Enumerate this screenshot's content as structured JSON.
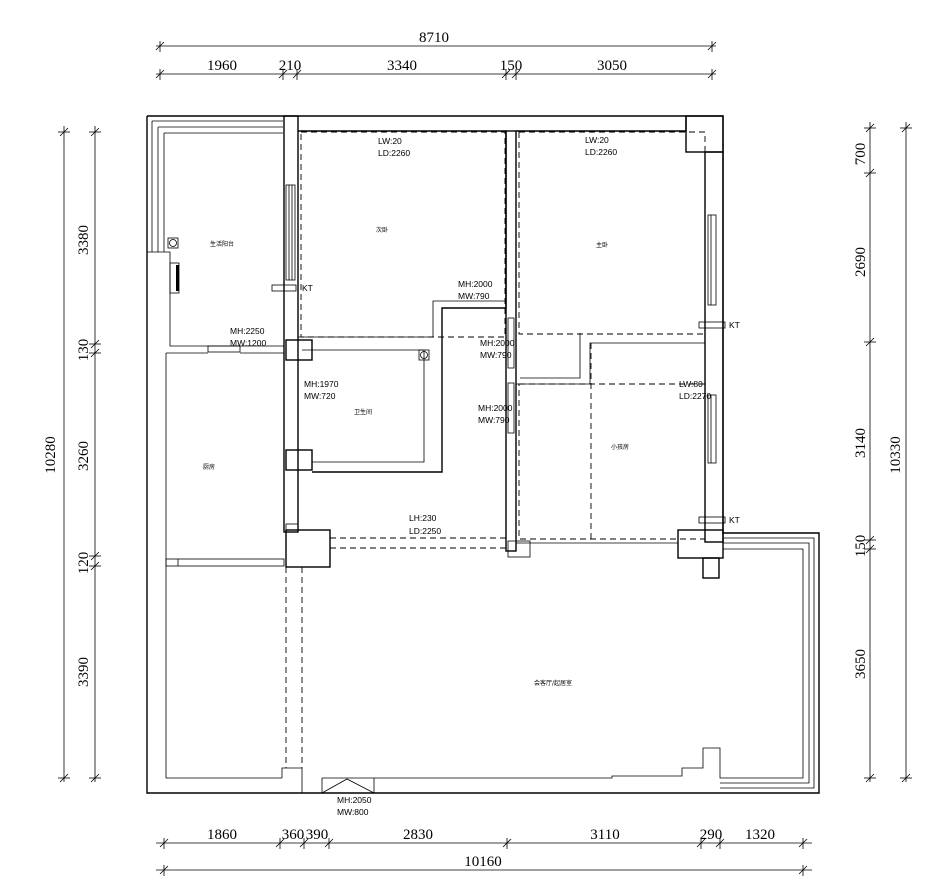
{
  "dimensions": {
    "top_total": "8710",
    "top_segments": [
      "1960",
      "210",
      "3340",
      "150",
      "3050"
    ],
    "bottom_segments": [
      "1860",
      "360",
      "390",
      "2830",
      "3110",
      "290",
      "1320"
    ],
    "bottom_total": "10160",
    "left_segments": [
      "3380",
      "130",
      "3260",
      "120",
      "3390"
    ],
    "left_total": "10280",
    "right_segments": [
      "700",
      "2690",
      "3140",
      "150",
      "3650"
    ],
    "right_total": "10330"
  },
  "rooms": {
    "balcony": "生活阳台",
    "second_bedroom": "次卧",
    "master_bedroom": "主卧",
    "bathroom": "卫生间",
    "kitchen": "厨房",
    "child_room": "小孩房",
    "living_room": "会客厅/起居室"
  },
  "annotations": {
    "second_bedroom_lw": "LW:20",
    "second_bedroom_ld": "LD:2260",
    "master_lw": "LW:20",
    "master_ld": "LD:2260",
    "door_mh_1": "MH:2000",
    "door_mw_1": "MW:790",
    "door_mh_2": "MH:2000",
    "door_mw_2": "MW:790",
    "door_mh_3": "MH:2000",
    "door_mw_3": "MW:790",
    "kitchen_mh": "MH:2250",
    "kitchen_mw": "MW:1200",
    "bath_mh": "MH:1970",
    "bath_mw": "MW:720",
    "child_lw": "LW:80",
    "child_ld": "LD:2270",
    "living_lh": "LH:230",
    "living_ld": "LD:2250",
    "entry_mh": "MH:2050",
    "entry_mw": "MW:800",
    "kt_1": "KT",
    "kt_2": "KT",
    "kt_3": "KT"
  }
}
